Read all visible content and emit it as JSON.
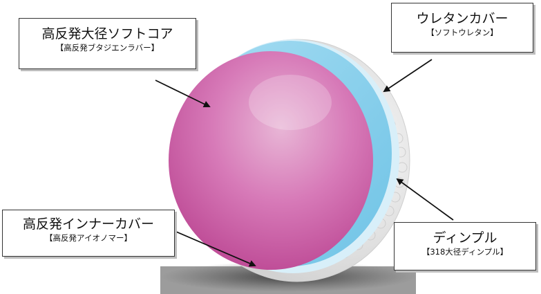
{
  "labels": {
    "core": {
      "title": "高反発大径ソフトコア",
      "sub": "【高反発ブタジエンラバー】"
    },
    "urethane": {
      "title": "ウレタンカバー",
      "sub": "【ソフトウレタン】"
    },
    "inner": {
      "title": "高反発インナーカバー",
      "sub": "【高反発アイオノマー】"
    },
    "dimple": {
      "title": "ディンプル",
      "sub": "【318大径ディンプル】"
    }
  },
  "colors": {
    "core": "#d45aa5",
    "inner_cover": "#8fd4ee",
    "urethane": "#e4f4fb",
    "dimple_shell": "#e8e8e8",
    "shadow": "#3a3a3a"
  }
}
